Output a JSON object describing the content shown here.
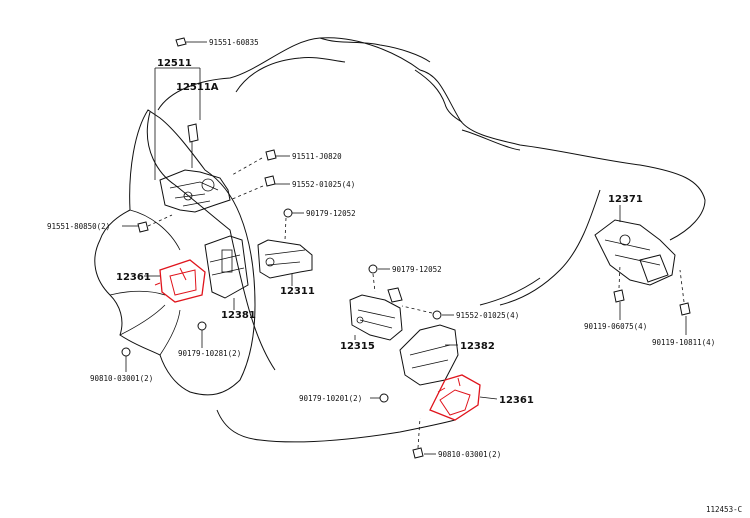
{
  "diagram_code": "112453-C",
  "labels": {
    "p12511": "12511",
    "p12511a": "12511A",
    "p91551_60835": "91551-60835",
    "p91511_j0820": "91511-J0820",
    "p91552_01025_4": "91552-01025(4)",
    "p90179_12052_a": "90179-12052",
    "p91551_80850_2": "91551-80850(2)",
    "p12361_left": "12361",
    "p12381": "12381",
    "p12311": "12311",
    "p90179_10281_2": "90179-10281(2)",
    "p90810_03001_2": "90810-03001(2)",
    "p90179_12052_b": "90179-12052",
    "p91552_01025_4b": "91552-01025(4)",
    "p12315": "12315",
    "p12382": "12382",
    "p12361_right": "12361",
    "p90179_10201_2": "90179-10201(2)",
    "p90810_03001_2b": "90810-03001(2)",
    "p12371": "12371",
    "p90119_06075_4": "90119-06075(4)",
    "p90119_10811_4": "90119-10811(4)"
  },
  "colors": {
    "highlight": "#e0141c",
    "line": "#111111",
    "background": "#ffffff"
  }
}
